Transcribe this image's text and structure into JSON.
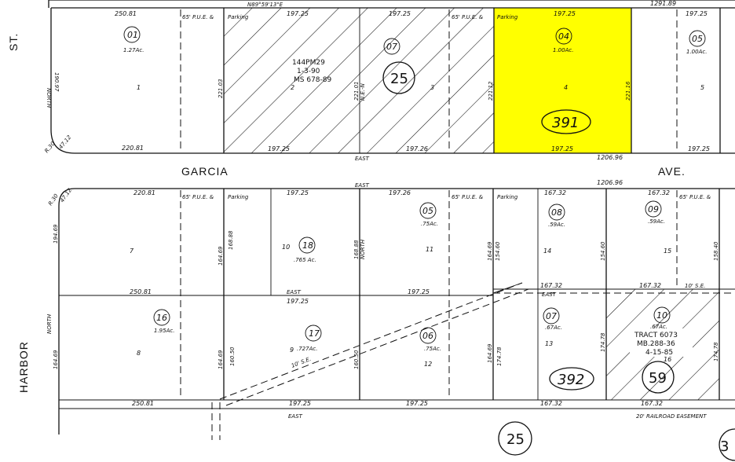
{
  "streets": {
    "garcia": "GARCIA",
    "ave": "AVE.",
    "harbor": "HARBOR",
    "st": "ST."
  },
  "top_dims": {
    "d1": "250.81",
    "d2": "197.25",
    "d3": "197.25",
    "d4": "197.25",
    "d5": "1291.89",
    "d6": "197.25"
  },
  "top_bearing": "N89°59'13\"E",
  "side_left": {
    "north": "NORTH",
    "dim": "190.97"
  },
  "corner_top": {
    "r": "R.30",
    "d": "47.12"
  },
  "corner_mid": {
    "r": "R.30",
    "d": "47.12"
  },
  "pue": "65' P.U.E. &",
  "parking": "Parking",
  "parcels_top": [
    {
      "apn": "01",
      "acres": "1.27Ac.",
      "lot": "1"
    },
    {
      "apn": "07",
      "lot2": "2",
      "lot3": "3",
      "ref": "144PM29",
      "date": "1-3-90",
      "ms": "MS 678-89"
    },
    {
      "apn": "04",
      "acres": "1.00Ac.",
      "lot": "4"
    },
    {
      "apn": "05",
      "acres": "1.00Ac.",
      "lot": "5"
    }
  ],
  "top_vert_dims": {
    "v1": "221.03",
    "v2": "221.01",
    "v2b": "N.E.-N",
    "v3": "221.12",
    "v4": "221.16"
  },
  "top_bottom_dims": {
    "b1": "220.81",
    "b2": "197.25",
    "b3": "197.26",
    "b4": "197.25",
    "b5": "1206.96",
    "b6": "197.25"
  },
  "east": "EAST",
  "block_numbers": {
    "b25a": "25",
    "b391": "391",
    "b392": "392",
    "b59": "59",
    "b25b": "25",
    "b3": "3"
  },
  "mid_top_dims": {
    "m1": "220.81",
    "m2": "197.25",
    "m3": "197.26",
    "m4": "167.32",
    "m5": "1206.96",
    "m6": "167.32"
  },
  "mid_parcels": [
    {
      "apn": "18",
      "lot": "10",
      "acres": ".765 Ac."
    },
    {
      "apn": "05",
      "acres": ".75Ac.",
      "lot": "11"
    },
    {
      "apn": "08",
      "acres": ".59Ac.",
      "lot": "14"
    },
    {
      "apn": "09",
      "acres": ".59Ac.",
      "lot": "15"
    }
  ],
  "lot7": "7",
  "mid_vert_dims": {
    "a": "194.69",
    "b": "164.69",
    "c": "168.88",
    "d": "168.88",
    "e": "164.69",
    "f": "154.60",
    "g": "154.60",
    "h": "158.40"
  },
  "north": "NORTH",
  "mid_line_dims": {
    "l1": "250.81",
    "l2": "197.25",
    "l3": "197.25",
    "l4": "167.32",
    "l5": "167.32"
  },
  "ten_se": "10' S.E.",
  "low_parcels": [
    {
      "apn": "16",
      "acres": "1.95Ac.",
      "lot": "8"
    },
    {
      "apn": "17",
      "acres": ".727Ac.",
      "lot": "9"
    },
    {
      "apn": "06",
      "acres": ".75Ac.",
      "lot": "12"
    },
    {
      "apn": "07",
      "acres": ".67Ac.",
      "lot": "13"
    },
    {
      "apn": "10",
      "acres": ".67Ac.",
      "lot": "16"
    }
  ],
  "tract": {
    "name": "TRACT 6073",
    "mb": "MB.288-36",
    "date": "4-15-85"
  },
  "low_vert_dims": {
    "a": "164.69",
    "b": "164.69",
    "c": "160.50",
    "d": "160.50",
    "e": "174.78",
    "f": "164.69",
    "g": "174.78",
    "h": "174.78"
  },
  "bottom_dims": {
    "b1": "250.81",
    "b2": "197.25",
    "b3": "197.25",
    "b4": "167.32",
    "b5": "167.32"
  },
  "railroad": "20' RAILROAD EASEMENT",
  "east_bottom": "EAST",
  "colors": {
    "highlight": "#FFFF00",
    "ink": "#111111"
  }
}
